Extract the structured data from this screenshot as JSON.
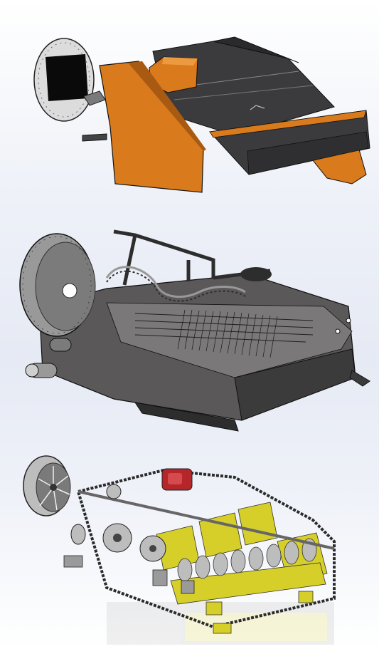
{
  "scene": {
    "description_views": [
      {
        "id": "housing-assembly",
        "colors": {
          "orange": "#d97a1c",
          "dark": "#3b3b3d",
          "disc": "#d9d9d9"
        }
      },
      {
        "id": "frame-assembly",
        "colors": {
          "body": "#5a5858",
          "light": "#9a9999",
          "dark": "#2e2d2e"
        }
      },
      {
        "id": "internal-mechanism",
        "colors": {
          "yellow": "#d6cf2a",
          "red": "#b4262a",
          "chain": "#2b2b2b",
          "steel": "#bdbdbd"
        }
      }
    ]
  }
}
